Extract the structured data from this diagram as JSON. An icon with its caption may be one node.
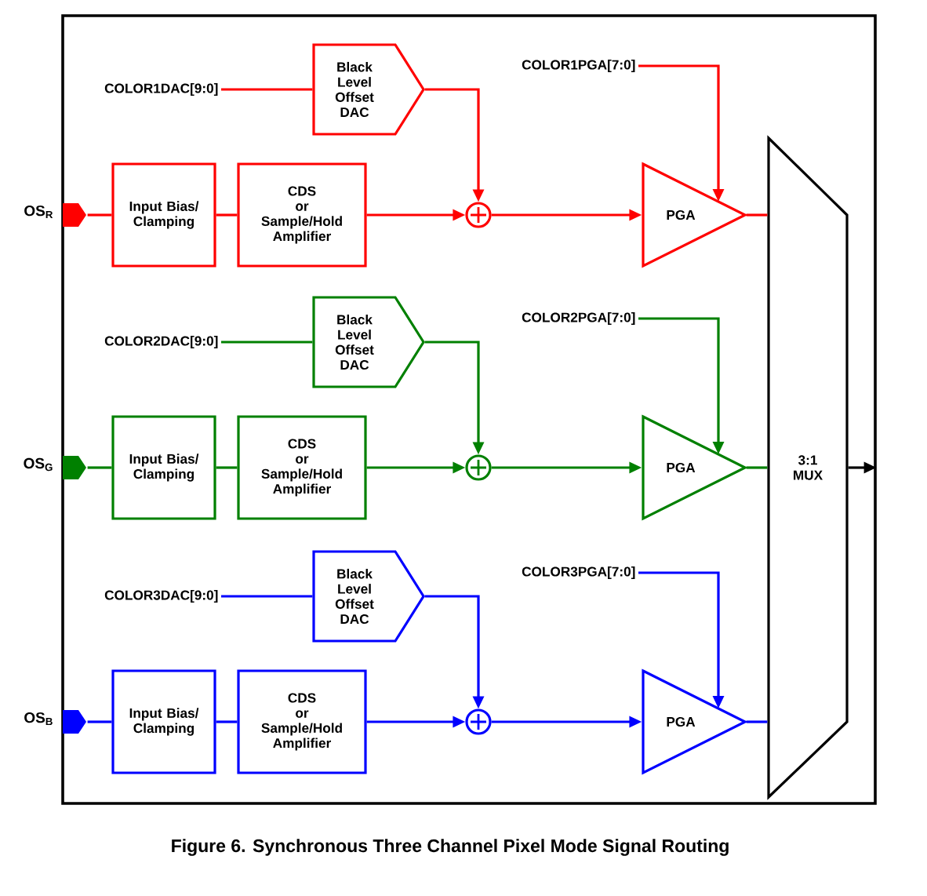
{
  "diagram": {
    "caption": "Figure 6.  Synchronous Three Channel Pixel Mode Signal Routing",
    "nodes": [
      {
        "text": [],
        "shape": "pentagon",
        "beside": [
          "OS$_{R}$"
        ]
      },
      {
        "text": [
          "Input Bias/ Clamping"
        ]
      },
      {
        "text": [
          "CDS or Sample/Hold Amplifier"
        ]
      },
      {
        "text": [
          "COLOR1DAC[9:0]"
        ]
      },
      {
        "text": [
          "Black Level Offset DAC"
        ]
      },
      {
        "text": [],
        "shape": "circle"
      },
      {
        "text": [
          "COLOR1PGA[7:0]"
        ]
      },
      {
        "text": [
          "PGA"
        ]
      },
      {
        "text": [],
        "shape": "pentagon",
        "beside": [
          "OS$_{G}$"
        ]
      },
      {
        "text": [
          "Input Bias/ Clamping"
        ]
      },
      {
        "text": [
          "CDS or Sample/Hold Amplifier"
        ]
      },
      {
        "text": [
          "COLOR2DAC[9:0]"
        ]
      },
      {
        "text": [
          "Black Level Offset DAC"
        ]
      },
      {
        "text": [],
        "shape": "circle"
      },
      {
        "text": [
          "COLOR2PGA[7:0]"
        ]
      },
      {
        "text": [
          "PGA"
        ]
      },
      {
        "text": [],
        "shape": "pentagon",
        "beside": [
          "OS$_{B}$"
        ]
      },
      {
        "text": [
          "Input Bias/ Clamping"
        ]
      },
      {
        "text": [
          "CDS or Sample/Hold Amplifier"
        ]
      },
      {
        "text": [
          "COLOR3DAC[9:0]"
        ]
      },
      {
        "text": [
          "Black Level Offset DAC"
        ]
      },
      {
        "text": [],
        "shape": "circle"
      },
      {
        "text": [
          "COLOR3PGA[7:0]"
        ]
      },
      {
        "text": [
          "PGA"
        ]
      },
      {
        "text": [
          "3:1 MUX"
        ]
      }
    ],
    "edges": [
      {
        "from": 0,
        "to": 1,
        "arrow": "none",
        "color": "#ff0000"
      },
      {
        "from": 1,
        "to": 2,
        "arrow": "none",
        "color": "#ff0000"
      },
      {
        "from": 2,
        "to": 5,
        "arrow": "to",
        "color": "#ff0000"
      },
      {
        "from": 3,
        "to": 4,
        "arrow": "none",
        "color": "#ff0000"
      },
      {
        "from": 4,
        "to": 5,
        "arrow": "to",
        "color": "#ff0000"
      },
      {
        "from": 5,
        "to": 7,
        "arrow": "to",
        "color": "#ff0000"
      },
      {
        "from": 6,
        "to": 7,
        "arrow": "to",
        "color": "#ff0000"
      },
      {
        "from": 7,
        "to": 24,
        "arrow": "none",
        "color": "#ff0000"
      },
      {
        "from": 8,
        "to": 9,
        "arrow": "none",
        "color": "#008000"
      },
      {
        "from": 9,
        "to": 10,
        "arrow": "none",
        "color": "#008000"
      },
      {
        "from": 10,
        "to": 13,
        "arrow": "to",
        "color": "#008000"
      },
      {
        "from": 11,
        "to": 12,
        "arrow": "none",
        "color": "#008000"
      },
      {
        "from": 12,
        "to": 13,
        "arrow": "to",
        "color": "#008000"
      },
      {
        "from": 13,
        "to": 15,
        "arrow": "to",
        "color": "#008000"
      },
      {
        "from": 14,
        "to": 15,
        "arrow": "to",
        "color": "#008000"
      },
      {
        "from": 15,
        "to": 24,
        "arrow": "none",
        "color": "#008000"
      },
      {
        "from": 16,
        "to": 17,
        "arrow": "none",
        "color": "#0000ff"
      },
      {
        "from": 17,
        "to": 18,
        "arrow": "none",
        "color": "#0000ff"
      },
      {
        "from": 18,
        "to": 21,
        "arrow": "to",
        "color": "#0000ff"
      },
      {
        "from": 19,
        "to": 20,
        "arrow": "none",
        "color": "#0000ff"
      },
      {
        "from": 20,
        "to": 21,
        "arrow": "to",
        "color": "#0000ff"
      },
      {
        "from": 21,
        "to": 23,
        "arrow": "to",
        "color": "#0000ff"
      },
      {
        "from": 22,
        "to": 23,
        "arrow": "to",
        "color": "#0000ff"
      },
      {
        "from": 23,
        "to": 24,
        "arrow": "none",
        "color": "#0000ff"
      },
      {
        "from": 24,
        "to": null,
        "arrow": "to",
        "color": "#000000"
      }
    ]
  }
}
